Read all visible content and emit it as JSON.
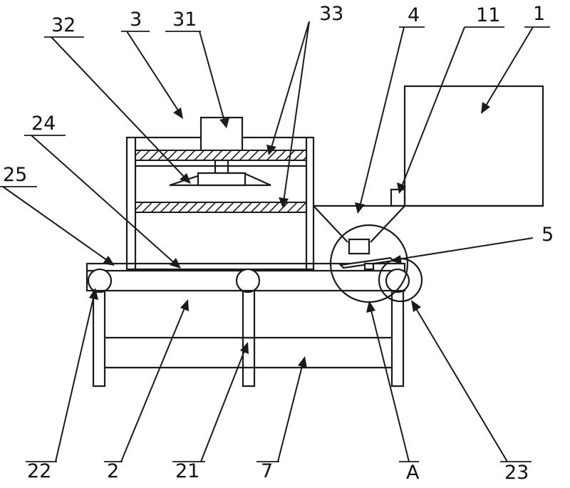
{
  "labels": {
    "l1": "1",
    "l2": "2",
    "l3": "3",
    "l4": "4",
    "l5": "5",
    "l7": "7",
    "l11": "11",
    "l21": "21",
    "l22": "22",
    "l23": "23",
    "l24": "24",
    "l25": "25",
    "l31": "31",
    "l32": "32",
    "l33": "33",
    "lA": "A"
  }
}
